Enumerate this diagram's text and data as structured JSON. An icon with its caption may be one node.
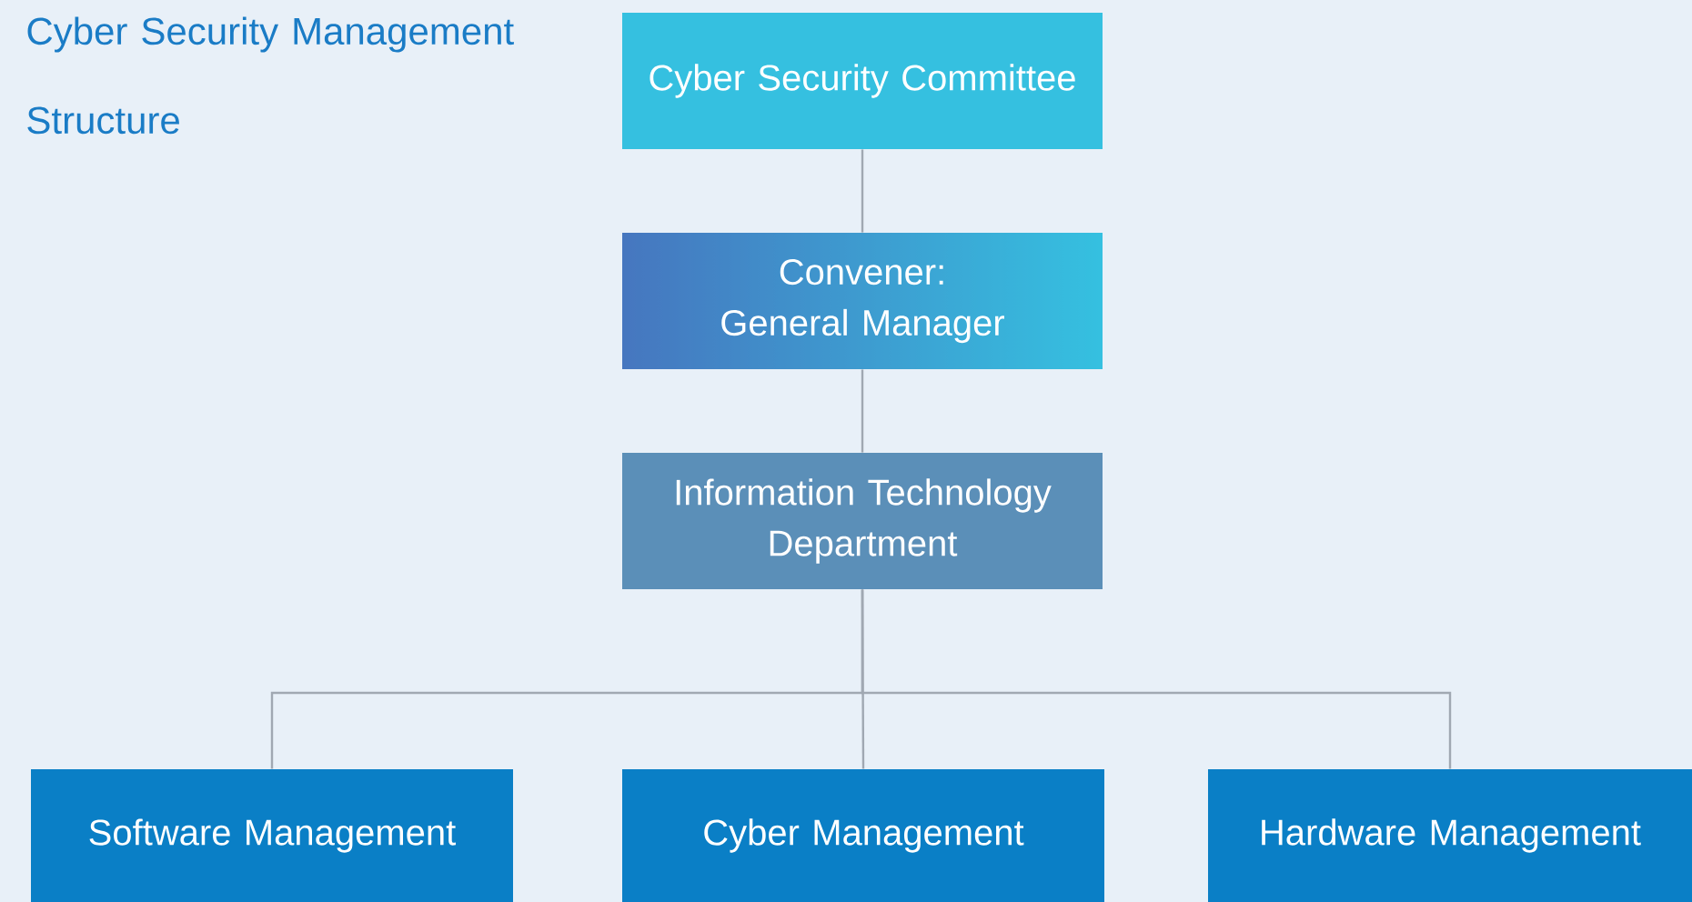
{
  "diagram": {
    "title": "Cyber Security Management Structure",
    "nodes": [
      {
        "text": [
          "Cyber Security Committee"
        ]
      },
      {
        "text": [
          "Convener: General Manager"
        ]
      },
      {
        "text": [
          "Information Technology Department"
        ]
      },
      {
        "text": [
          "Software Management"
        ]
      },
      {
        "text": [
          "Cyber Management"
        ]
      },
      {
        "text": [
          "Hardware Management"
        ]
      }
    ],
    "edges": [
      {
        "from": 0,
        "to": 1,
        "arrow": "none"
      },
      {
        "from": 1,
        "to": 2,
        "arrow": "none"
      },
      {
        "from": 2,
        "to": 3,
        "arrow": "none"
      },
      {
        "from": 2,
        "to": 4,
        "arrow": "none"
      },
      {
        "from": 2,
        "to": 5,
        "arrow": "none"
      }
    ]
  }
}
